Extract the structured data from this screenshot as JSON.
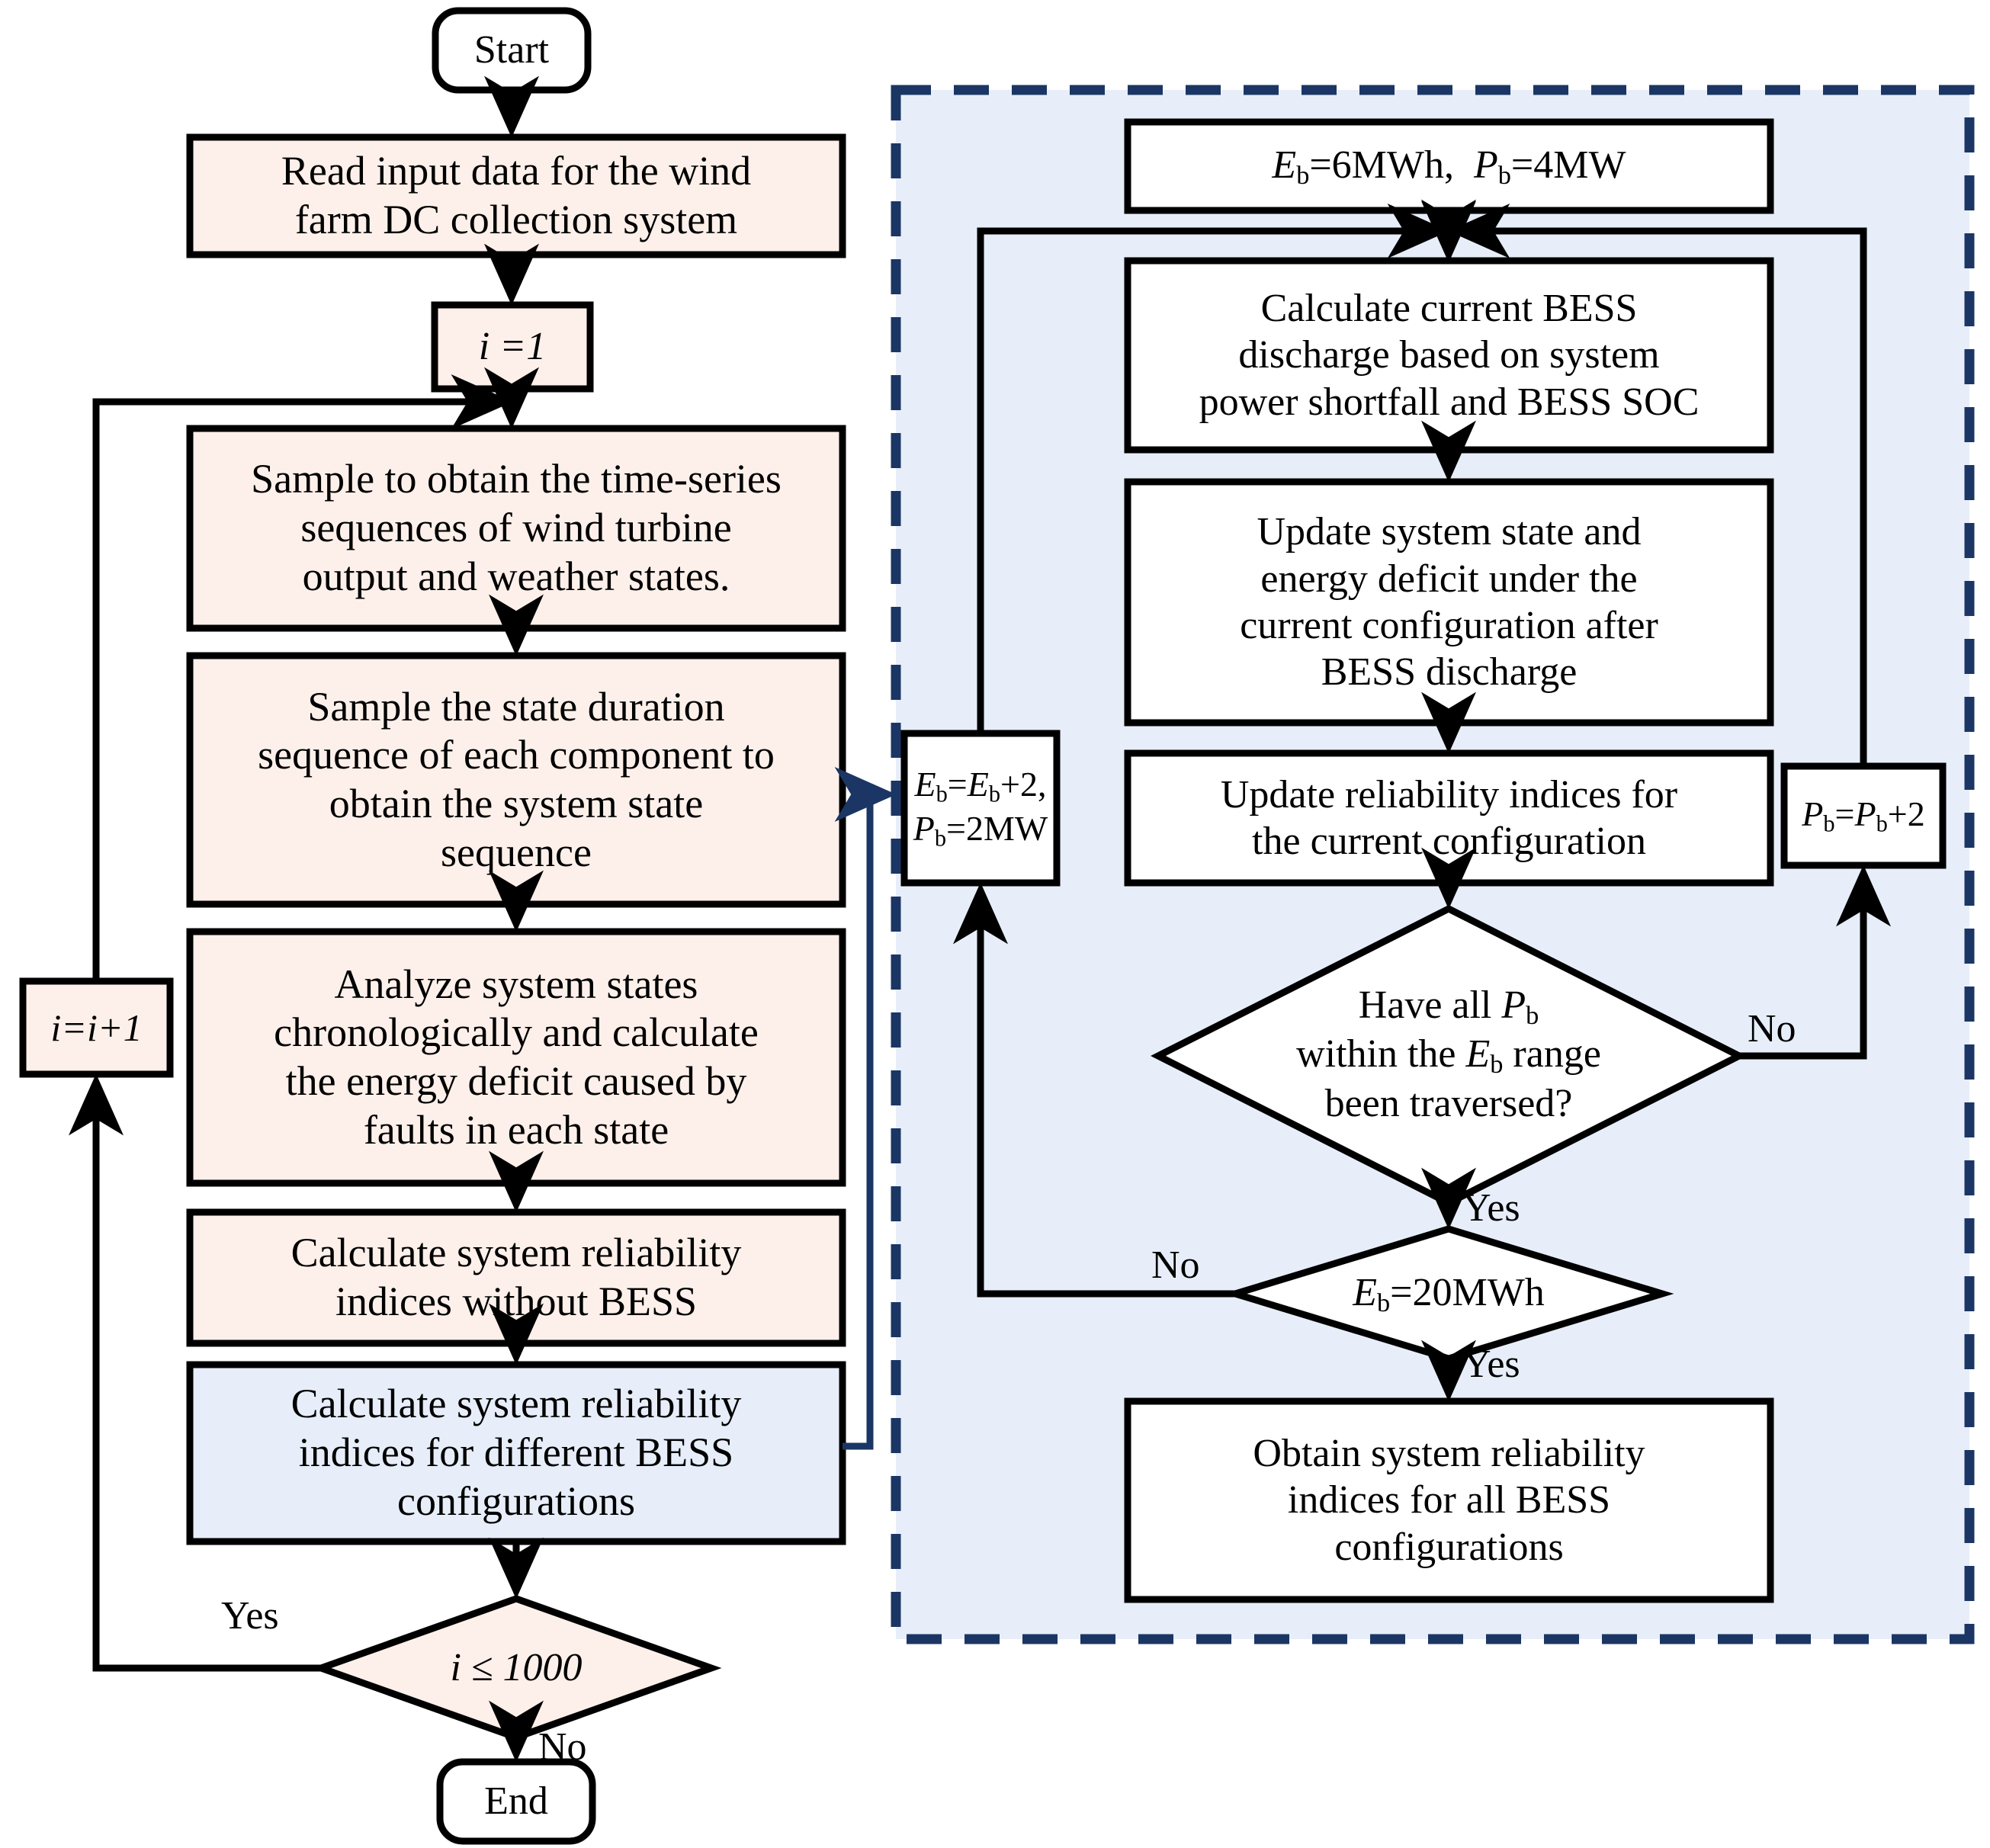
{
  "diagram": {
    "title": "Reliability evaluation flowchart of wind farm DC collection system with BESS",
    "colors": {
      "process_fill": "#fdf0ea",
      "bess_fill": "#e7eef9",
      "panel_fill": "#e7eef9",
      "panel_border": "#1b3664",
      "stroke": "#000000",
      "white": "#ffffff"
    }
  },
  "left_flow": {
    "start": "Start",
    "read_input_line1": "Read input data for the wind",
    "read_input_line2": "farm DC collection system",
    "init_counter": "i =1",
    "sample_timeseries_line1": "Sample to obtain the time-series",
    "sample_timeseries_line2": "sequences of wind turbine",
    "sample_timeseries_line3": "output and weather states.",
    "sample_duration_line1": "Sample the state duration",
    "sample_duration_line2": "sequence of each component to",
    "sample_duration_line3": "obtain the system state",
    "sample_duration_line4": "sequence",
    "analyze_line1": "Analyze system states",
    "analyze_line2": "chronologically and calculate",
    "analyze_line3": "the energy deficit caused by",
    "analyze_line4": "faults in each state",
    "calc_without_bess_line1": "Calculate system reliability",
    "calc_without_bess_line2": "indices without BESS",
    "calc_diff_bess_line1": "Calculate system reliability",
    "calc_diff_bess_line2": "indices for different BESS",
    "calc_diff_bess_line3": "configurations",
    "increment_counter": "i=i+1",
    "decision_loop": "i ≤ 1000",
    "decision_loop_yes": "Yes",
    "decision_loop_no": "No",
    "end": "End"
  },
  "right_panel": {
    "init_config": "Eb=6MWh,  Pb=4MW",
    "calc_discharge_line1": "Calculate current BESS",
    "calc_discharge_line2": "discharge based on system",
    "calc_discharge_line3": "power shortfall and BESS SOC",
    "update_state_line1": "Update system state and",
    "update_state_line2": "energy deficit under the",
    "update_state_line3": "current configuration after",
    "update_state_line4": "BESS discharge",
    "update_indices_line1": "Update reliability indices for",
    "update_indices_line2": "the current configuration",
    "eb_increment_line1": "Eb=Eb+2,",
    "eb_increment_line2": "Pb=2MW",
    "pb_increment": "Pb=Pb+2",
    "decision_pb_line1": "Have all Pb",
    "decision_pb_line2": "within the Eb range",
    "decision_pb_line3": "been traversed?",
    "decision_pb_no": "No",
    "decision_pb_yes": "Yes",
    "decision_eb": "Eb=20MWh",
    "decision_eb_no": "No",
    "decision_eb_yes": "Yes",
    "obtain_result_line1": "Obtain system reliability",
    "obtain_result_line2": "indices for all BESS",
    "obtain_result_line3": "configurations"
  }
}
